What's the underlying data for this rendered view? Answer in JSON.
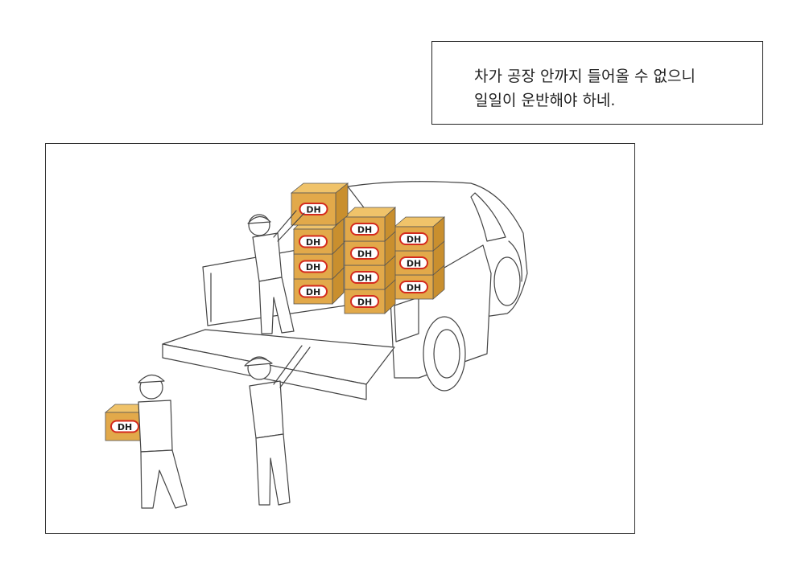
{
  "caption": {
    "line1": "차가 공장 안까지 들어올 수 없으니",
    "line2": "일일이 운반해야 하네."
  },
  "scene": {
    "box_logo": "DH",
    "colors": {
      "box_front": "#e2a94a",
      "box_top": "#f0c36a",
      "box_side": "#c98f2e",
      "logo_red": "#d42a1e",
      "line": "#444444"
    }
  }
}
